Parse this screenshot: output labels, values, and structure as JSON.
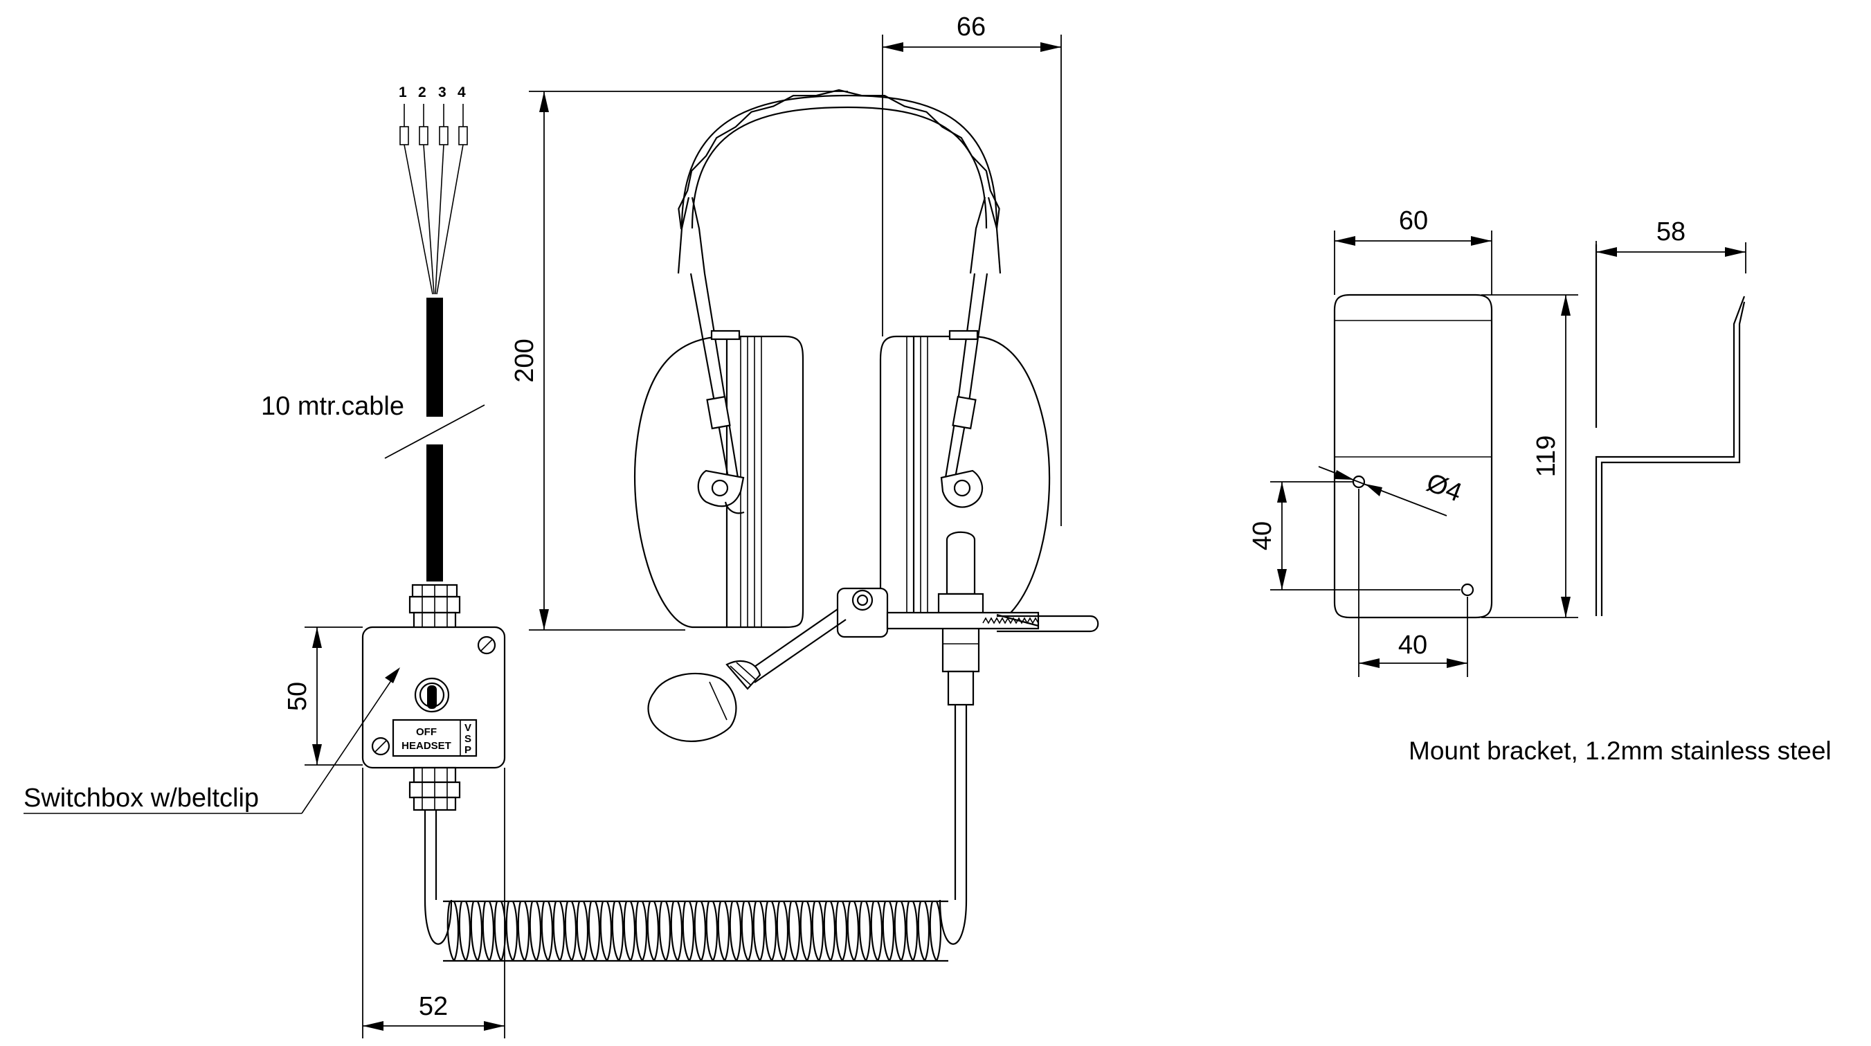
{
  "terminals": {
    "t1": "1",
    "t2": "2",
    "t3": "3",
    "t4": "4"
  },
  "labels": {
    "cable": "10 mtr.cable",
    "switchbox": "Switchbox w/beltclip",
    "bracket_note": "Mount bracket, 1.2mm stainless steel"
  },
  "switch_plate": {
    "line1": "OFF",
    "line2": "HEADSET",
    "side_v": "V",
    "side_s": "S",
    "side_p": "P"
  },
  "dimensions": {
    "headset_width": "66",
    "headset_height": "200",
    "box_height": "50",
    "box_width": "52",
    "bracket_width": "60",
    "bracket_height": "119",
    "bracket_depth": "58",
    "hole_offset_v": "40",
    "hole_offset_h": "40",
    "hole_diameter": "Ø4"
  }
}
